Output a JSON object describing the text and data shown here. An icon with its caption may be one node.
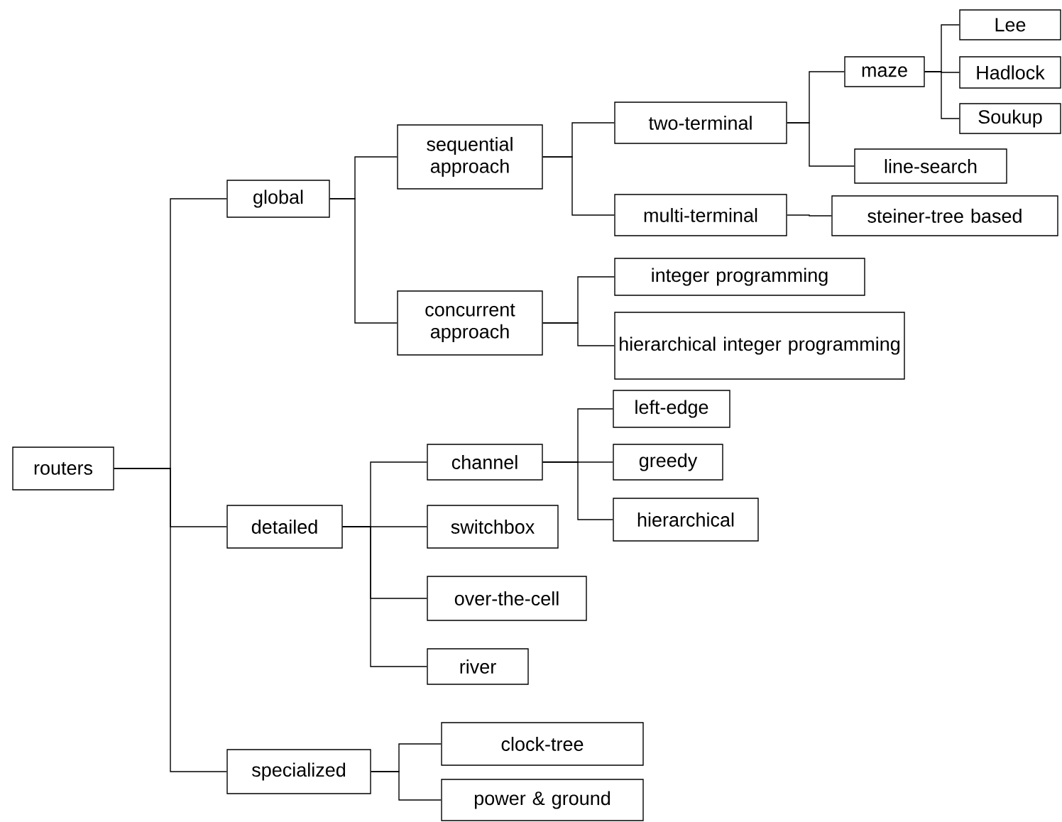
{
  "diagram": {
    "nodes": [
      {
        "text": [
          "routers"
        ]
      },
      {
        "text": [
          "global"
        ]
      },
      {
        "text": [
          "sequential approach"
        ]
      },
      {
        "text": [
          "concurrent approach"
        ]
      },
      {
        "text": [
          "two-terminal"
        ]
      },
      {
        "text": [
          "multi-terminal"
        ]
      },
      {
        "text": [
          "maze"
        ]
      },
      {
        "text": [
          "Lee"
        ]
      },
      {
        "text": [
          "Hadlock"
        ]
      },
      {
        "text": [
          "Soukup"
        ]
      },
      {
        "text": [
          "line-search"
        ]
      },
      {
        "text": [
          "steiner-tree based"
        ]
      },
      {
        "text": [
          "integer programming"
        ]
      },
      {
        "text": [
          "hierarchical integer programming"
        ]
      },
      {
        "text": [
          "detailed"
        ]
      },
      {
        "text": [
          "channel"
        ]
      },
      {
        "text": [
          "switchbox"
        ]
      },
      {
        "text": [
          "over-the-cell"
        ]
      },
      {
        "text": [
          "river"
        ]
      },
      {
        "text": [
          "left-edge"
        ]
      },
      {
        "text": [
          "greedy"
        ]
      },
      {
        "text": [
          "hierarchical"
        ]
      },
      {
        "text": [
          "specialized"
        ]
      },
      {
        "text": [
          "clock-tree"
        ]
      },
      {
        "text": [
          "power & ground"
        ]
      }
    ],
    "edges": [
      {
        "from": 0,
        "to": 1,
        "arrow": "none"
      },
      {
        "from": 0,
        "to": 14,
        "arrow": "none"
      },
      {
        "from": 0,
        "to": 22,
        "arrow": "none"
      },
      {
        "from": 1,
        "to": 2,
        "arrow": "none"
      },
      {
        "from": 1,
        "to": 3,
        "arrow": "none"
      },
      {
        "from": 2,
        "to": 4,
        "arrow": "none"
      },
      {
        "from": 2,
        "to": 5,
        "arrow": "none"
      },
      {
        "from": 4,
        "to": 6,
        "arrow": "none"
      },
      {
        "from": 4,
        "to": 10,
        "arrow": "none"
      },
      {
        "from": 6,
        "to": 7,
        "arrow": "none"
      },
      {
        "from": 6,
        "to": 8,
        "arrow": "none"
      },
      {
        "from": 6,
        "to": 9,
        "arrow": "none"
      },
      {
        "from": 5,
        "to": 11,
        "arrow": "none"
      },
      {
        "from": 3,
        "to": 12,
        "arrow": "none"
      },
      {
        "from": 3,
        "to": 13,
        "arrow": "none"
      },
      {
        "from": 14,
        "to": 15,
        "arrow": "none"
      },
      {
        "from": 14,
        "to": 16,
        "arrow": "none"
      },
      {
        "from": 14,
        "to": 17,
        "arrow": "none"
      },
      {
        "from": 14,
        "to": 18,
        "arrow": "none"
      },
      {
        "from": 15,
        "to": 19,
        "arrow": "none"
      },
      {
        "from": 15,
        "to": 20,
        "arrow": "none"
      },
      {
        "from": 15,
        "to": 21,
        "arrow": "none"
      },
      {
        "from": 22,
        "to": 23,
        "arrow": "none"
      },
      {
        "from": 22,
        "to": 24,
        "arrow": "none"
      }
    ]
  }
}
